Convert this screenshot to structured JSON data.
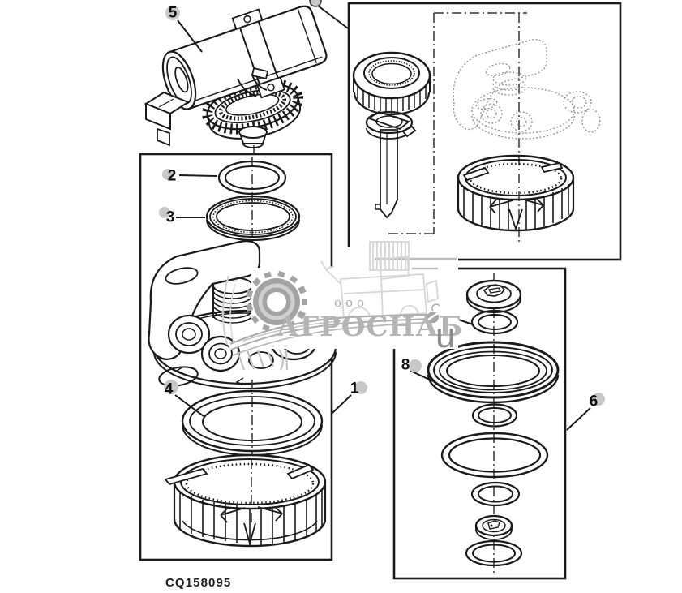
{
  "diagram": {
    "code": "CQ158095",
    "callouts": {
      "c1": {
        "label": "1"
      },
      "c2": {
        "label": "2"
      },
      "c3": {
        "label": "3"
      },
      "c4": {
        "label": "4"
      },
      "c5": {
        "label": "5"
      },
      "c6": {
        "label": "6"
      },
      "c8": {
        "label": "8"
      }
    },
    "colors": {
      "line": "#1a1a1a",
      "ghost_line": "#8f8f8f",
      "callout_disc": "#c8c8c8",
      "background": "#ffffff"
    }
  },
  "watermark": {
    "prefix": "ооо",
    "name": "АГРОСНАБ",
    "suffix_letter": "u",
    "color": "#b4b4b4"
  }
}
